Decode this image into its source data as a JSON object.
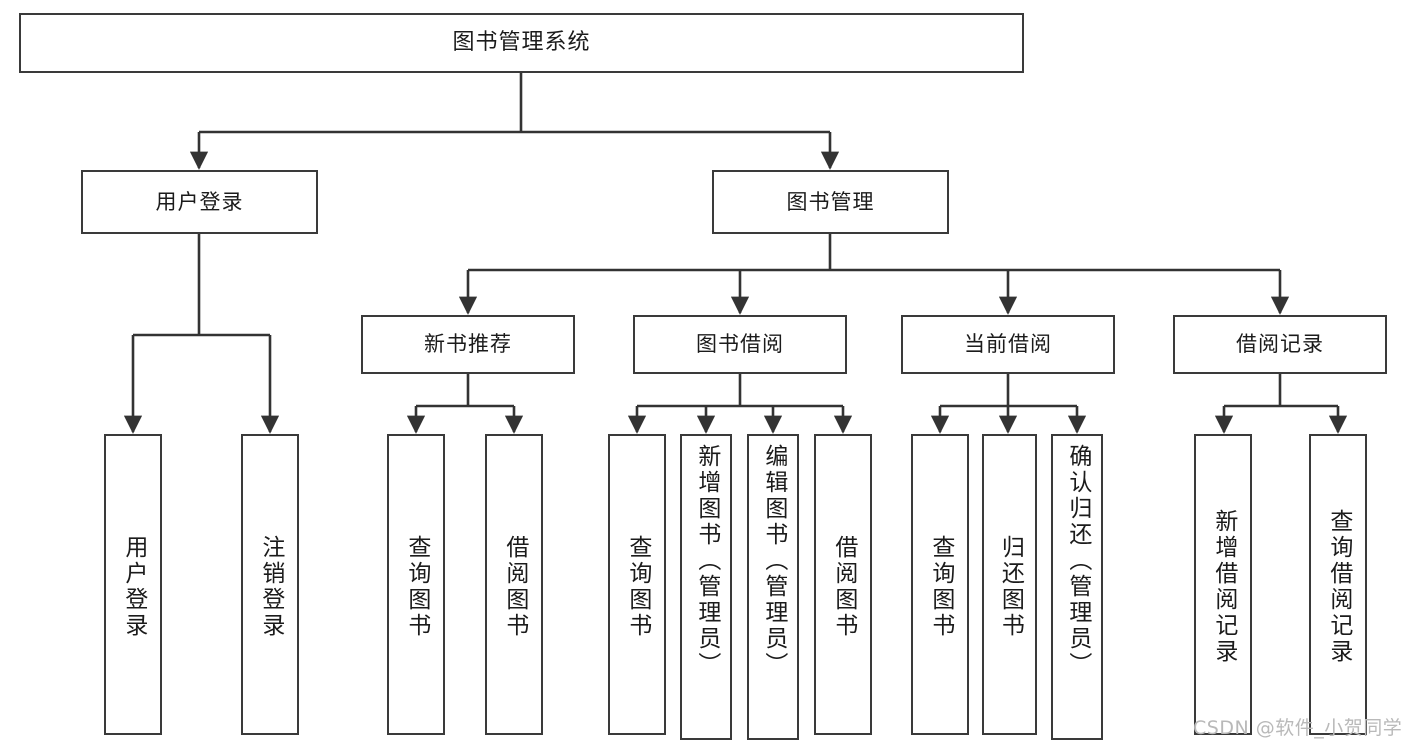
{
  "diagram": {
    "title": "图书管理系统",
    "type": "tree-hierarchy",
    "watermark": "CSDN @软件_小贺同学",
    "colors": {
      "box_border": "#3a3a3a",
      "box_fill": "#ffffff",
      "edge": "#333333",
      "text": "#1b1b1b",
      "watermark": "#b9b9b9",
      "background": "#ffffff"
    },
    "levels": {
      "root": "图书管理系统",
      "level2": [
        "用户登录",
        "图书管理"
      ],
      "level3": [
        "新书推荐",
        "图书借阅",
        "当前借阅",
        "借阅记录"
      ]
    },
    "nodes": {
      "root": {
        "label": "图书管理系统"
      },
      "user_login": {
        "label": "用户登录"
      },
      "book_manage": {
        "label": "图书管理"
      },
      "new_book_rec": {
        "label": "新书推荐"
      },
      "book_borrow": {
        "label": "图书借阅"
      },
      "current_borrow": {
        "label": "当前借阅"
      },
      "borrow_record": {
        "label": "借阅记录"
      },
      "leaf_user_login": {
        "label": "用户登录"
      },
      "leaf_logout": {
        "label": "注销登录"
      },
      "leaf_query_book_1": {
        "label": "查询图书"
      },
      "leaf_borrow_book_1": {
        "label": "借阅图书"
      },
      "leaf_query_book_2": {
        "label": "查询图书"
      },
      "leaf_add_book": {
        "label": "新增图书（管理员）"
      },
      "leaf_edit_book": {
        "label": "编辑图书（管理员）"
      },
      "leaf_borrow_book_2": {
        "label": "借阅图书"
      },
      "leaf_query_book_3": {
        "label": "查询图书"
      },
      "leaf_return_book": {
        "label": "归还图书"
      },
      "leaf_confirm_return": {
        "label": "确认归还（管理员）"
      },
      "leaf_add_record": {
        "label": "新增借阅记录"
      },
      "leaf_query_record": {
        "label": "查询借阅记录"
      }
    },
    "edges": [
      {
        "from": "root",
        "to": "user_login"
      },
      {
        "from": "root",
        "to": "book_manage"
      },
      {
        "from": "user_login",
        "to": "leaf_user_login"
      },
      {
        "from": "user_login",
        "to": "leaf_logout"
      },
      {
        "from": "book_manage",
        "to": "new_book_rec"
      },
      {
        "from": "book_manage",
        "to": "book_borrow"
      },
      {
        "from": "book_manage",
        "to": "current_borrow"
      },
      {
        "from": "book_manage",
        "to": "borrow_record"
      },
      {
        "from": "new_book_rec",
        "to": "leaf_query_book_1"
      },
      {
        "from": "new_book_rec",
        "to": "leaf_borrow_book_1"
      },
      {
        "from": "book_borrow",
        "to": "leaf_query_book_2"
      },
      {
        "from": "book_borrow",
        "to": "leaf_add_book"
      },
      {
        "from": "book_borrow",
        "to": "leaf_edit_book"
      },
      {
        "from": "book_borrow",
        "to": "leaf_borrow_book_2"
      },
      {
        "from": "current_borrow",
        "to": "leaf_query_book_3"
      },
      {
        "from": "current_borrow",
        "to": "leaf_return_book"
      },
      {
        "from": "current_borrow",
        "to": "leaf_confirm_return"
      },
      {
        "from": "borrow_record",
        "to": "leaf_add_record"
      },
      {
        "from": "borrow_record",
        "to": "leaf_query_record"
      }
    ]
  }
}
